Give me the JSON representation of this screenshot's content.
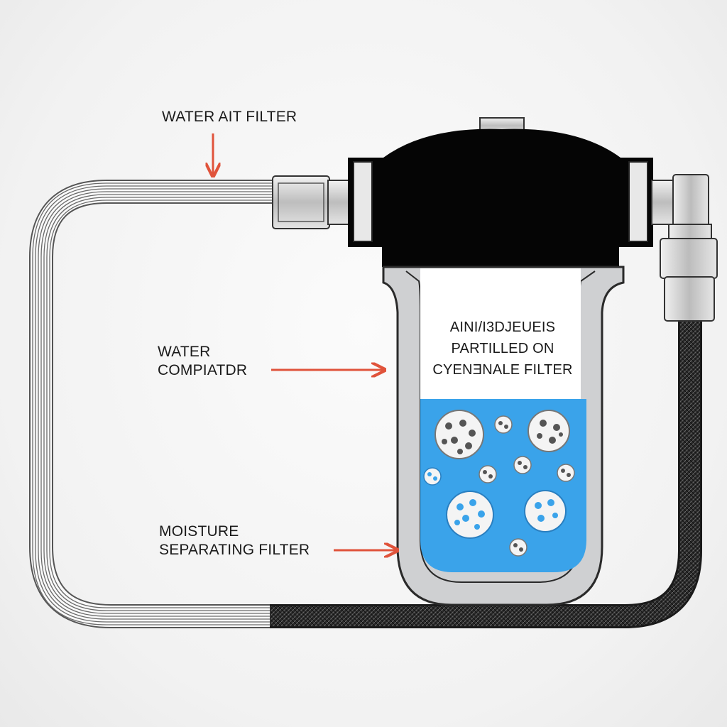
{
  "labels": {
    "top": "WATER AIT FILTER",
    "middle_line1": "WATER",
    "middle_line2": "COMPIATDR",
    "bottom_line1": "MOISTURE",
    "bottom_line2": "SEPARATING FILTER",
    "inside_line1": "AINI/I3DJEUEIS",
    "inside_line2": "PARTILLED ON",
    "inside_line3": "CYENƎNALE FILTER"
  },
  "icons": {
    "arrow_down": "arrow-down-icon",
    "arrow_right": "arrow-right-icon"
  },
  "colors": {
    "arrow": "#e0533b",
    "housing_cap": "#050505",
    "water": "#3aa3ea",
    "hose_dark": "#1e1e1e",
    "hose_light": "#8a8a8a",
    "bowl_shell": "#cfd0d2"
  }
}
